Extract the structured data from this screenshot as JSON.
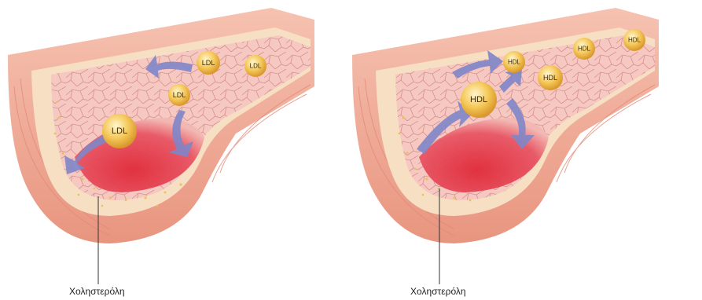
{
  "panels": [
    {
      "id": "ldl",
      "caption": "Χοληστερόλη",
      "particles": [
        {
          "label": "LDL"
        },
        {
          "label": "LDL"
        },
        {
          "label": "LDL"
        },
        {
          "label": "LDL"
        }
      ]
    },
    {
      "id": "hdl",
      "caption": "Χοληστερόλη",
      "particles": [
        {
          "label": "HDL"
        },
        {
          "label": "HDL"
        },
        {
          "label": "HDL"
        },
        {
          "label": "HDL"
        },
        {
          "label": "HDL"
        }
      ]
    }
  ],
  "colors": {
    "outer_wall": "#f2b3a0",
    "wall_stripe": "#e48a78",
    "plaque": "#f7dfc3",
    "lumen_wall": "#f5c7c0",
    "lumen_red": "#d6283a",
    "particle": "#f3c04a",
    "arrow": "#7f86c9"
  }
}
